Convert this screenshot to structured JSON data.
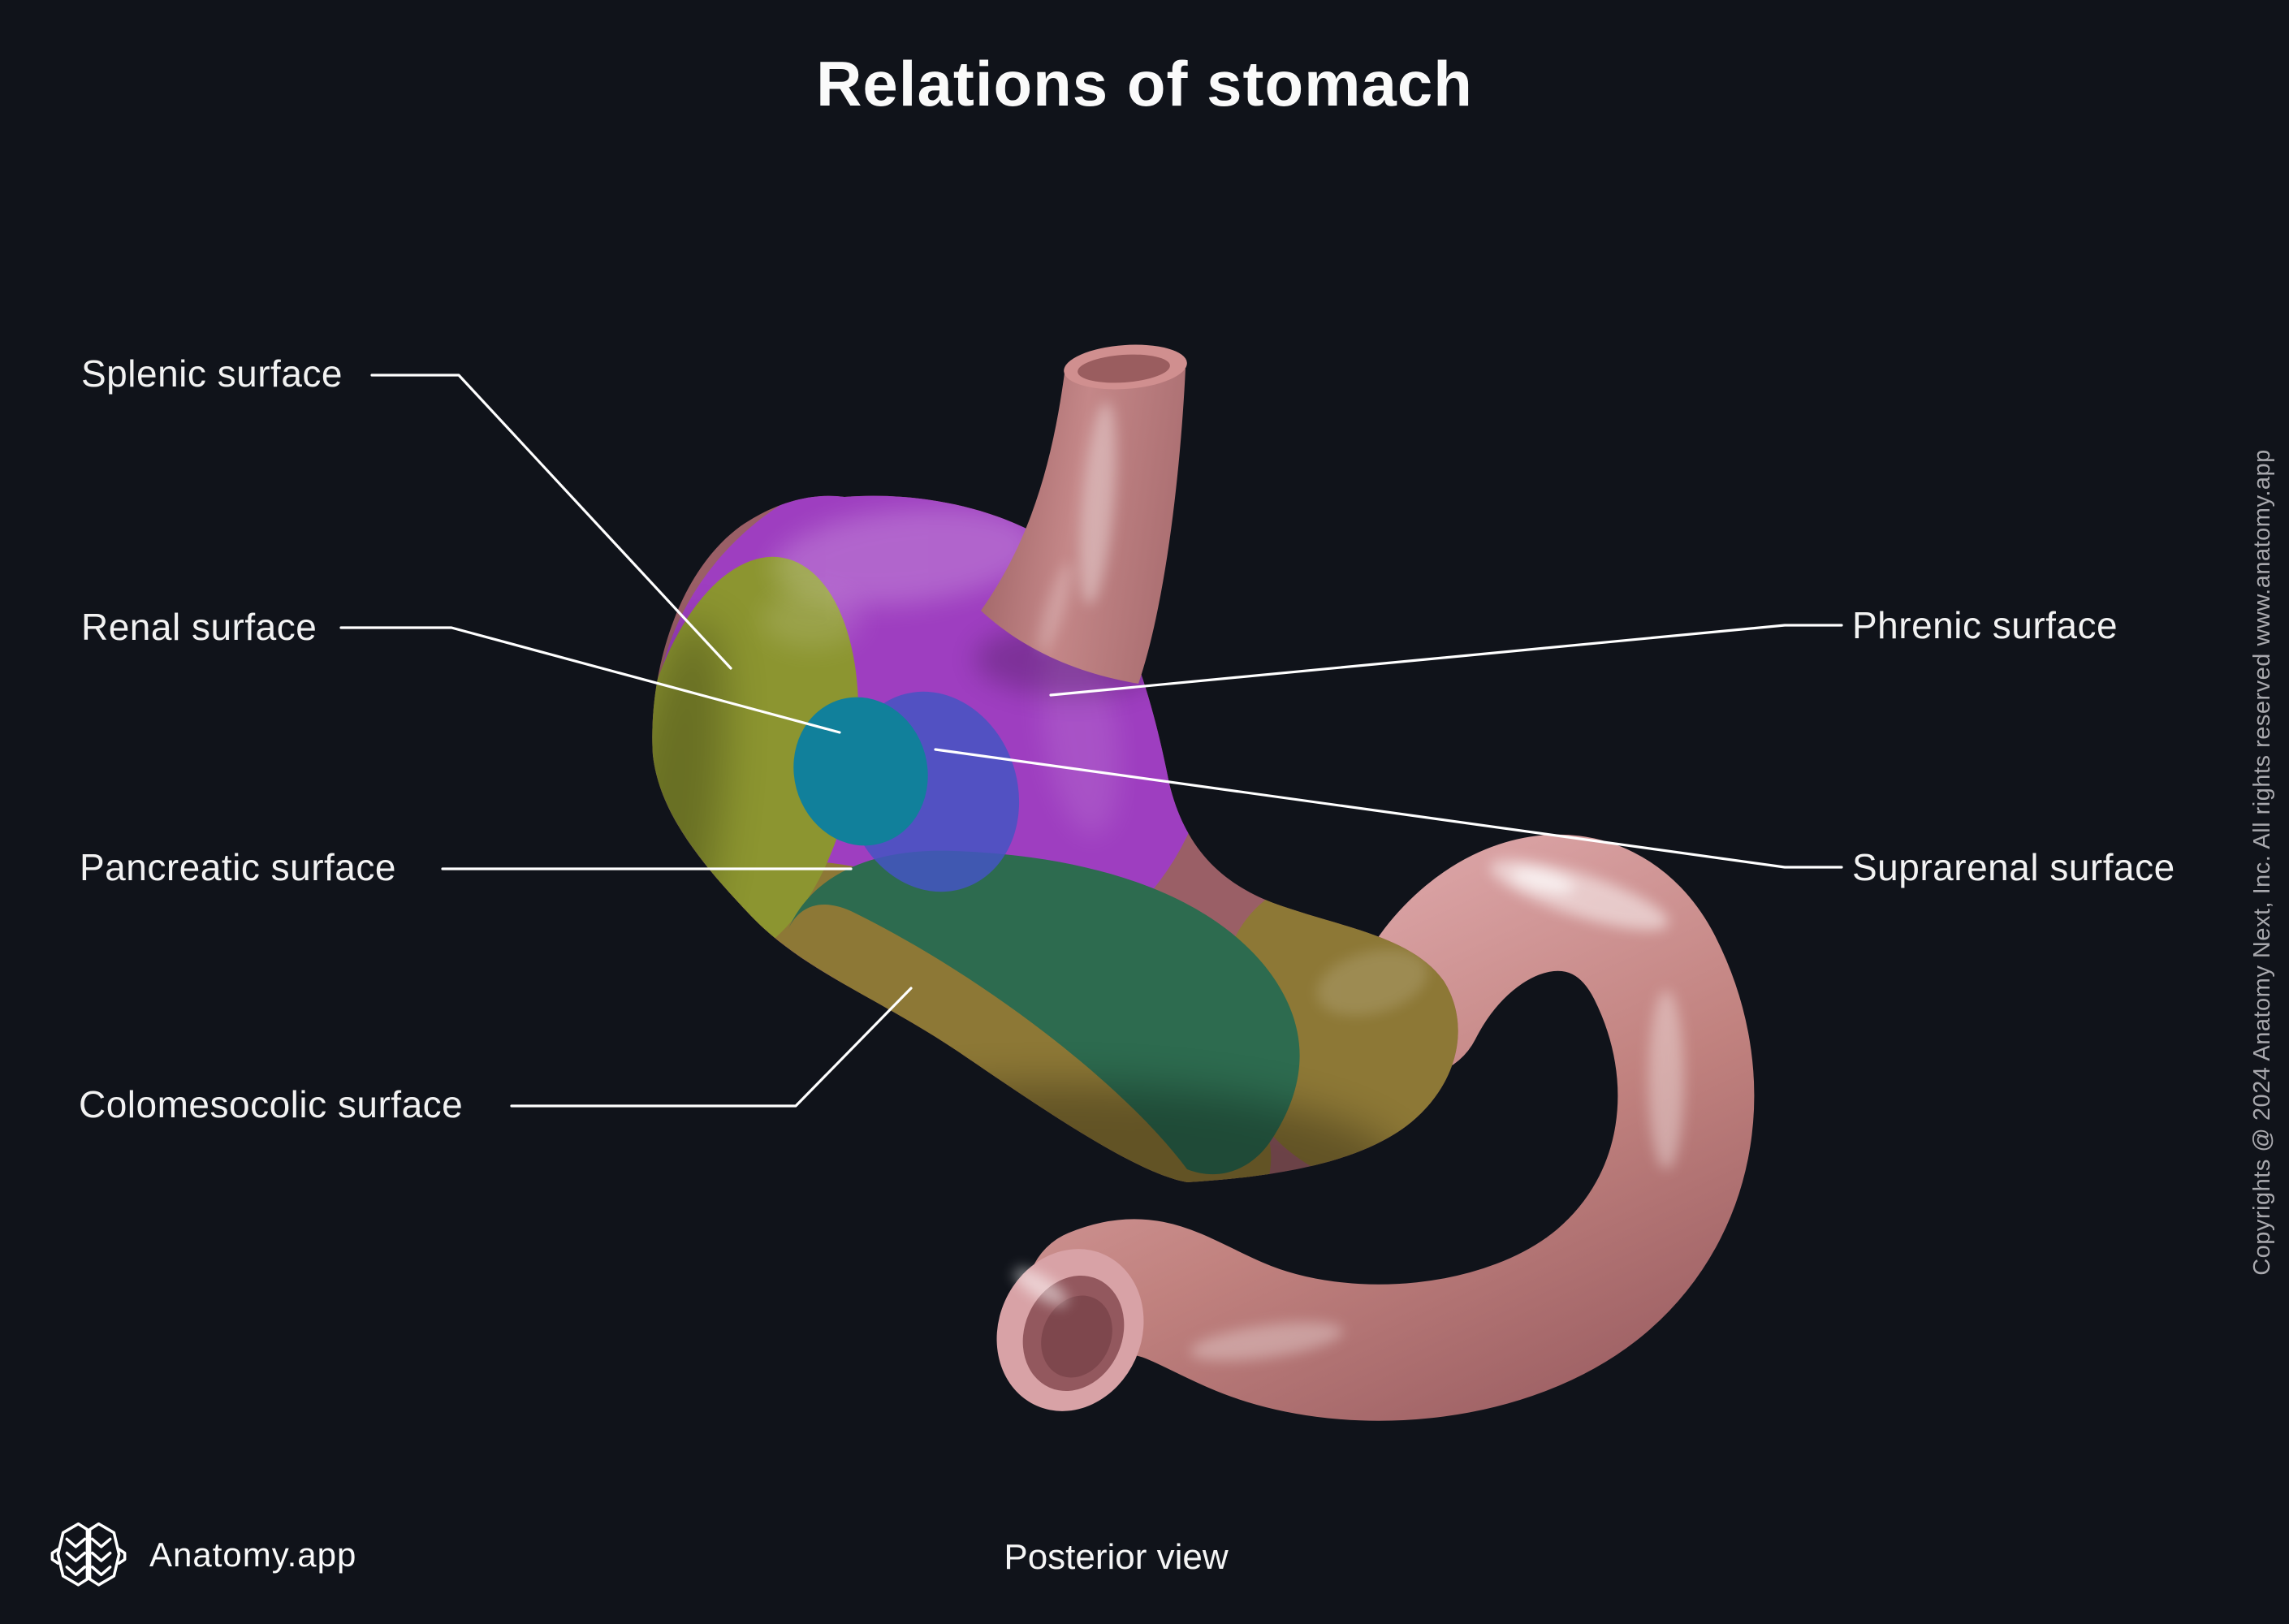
{
  "title": "Relations of stomach",
  "view_label": "Posterior view",
  "brand": {
    "name": "Anatomy.app"
  },
  "copyright": "Copyrights @ 2024 Anatomy Next, Inc. All rights reserved www.anatomy.app",
  "regions": {
    "splenic": {
      "label": "Splenic surface",
      "color": "#8c9530"
    },
    "renal": {
      "label": "Renal surface",
      "color": "#11809b"
    },
    "suprarenal": {
      "label": "Suprarenal surface",
      "color": "#4455c2"
    },
    "phrenic": {
      "label": "Phrenic surface",
      "color": "#9e3ec0"
    },
    "pancreatic": {
      "label": "Pancreatic surface",
      "color": "#2d6b4f"
    },
    "colomesocolic": {
      "label": "Colomesocolic surface",
      "color": "#8d7836"
    }
  },
  "anatomy": {
    "esophagus_color": "#b97a7a",
    "duodenum_color": "#c98f92",
    "stomach_base_color": "#9a5f66"
  },
  "style": {
    "background": "#10131a",
    "text_color": "#f2f2f2",
    "leader_line_color": "#ffffff",
    "copyright_color": "#a8a8ad"
  }
}
